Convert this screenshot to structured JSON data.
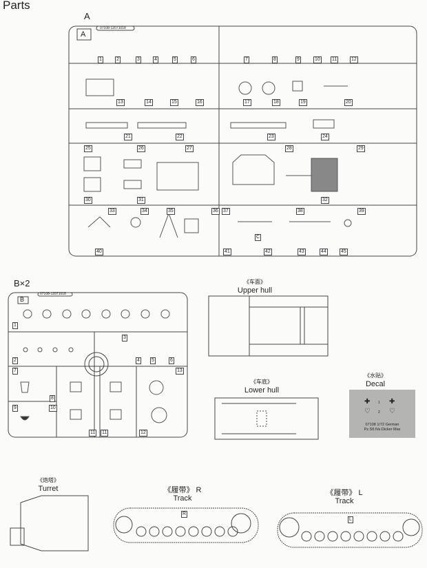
{
  "page_title": "Parts",
  "sprue_a": {
    "label": "A",
    "tag": "A",
    "code": "07108-12071018",
    "parts": [
      "1",
      "2",
      "3",
      "4",
      "5",
      "6",
      "7",
      "8",
      "9",
      "10",
      "11",
      "12",
      "13",
      "14",
      "15",
      "16",
      "17",
      "18",
      "19",
      "20",
      "21",
      "22",
      "23",
      "24",
      "25",
      "26",
      "27",
      "28",
      "29",
      "30",
      "31",
      "32",
      "33",
      "34",
      "35",
      "36",
      "37",
      "38",
      "39",
      "40",
      "41",
      "42",
      "43",
      "44",
      "45"
    ],
    "extra_mark": "C"
  },
  "sprue_b": {
    "label": "B×2",
    "tag": "B",
    "code": "07108-12071018",
    "parts": [
      "1",
      "2",
      "3",
      "4",
      "5",
      "6",
      "7",
      "8",
      "9",
      "10",
      "11",
      "11",
      "12",
      "13"
    ]
  },
  "upper_hull": {
    "cn": "《车面》",
    "en": "Upper hull"
  },
  "lower_hull": {
    "cn": "《车底》",
    "en": "Lower hull"
  },
  "decal": {
    "cn": "《水贴》",
    "en": "Decal",
    "n1": "1",
    "n2": "2",
    "line1": "07108 1/72 German",
    "line2": "Pz.Sfl.IVa Dicker Max"
  },
  "turret": {
    "cn": "《炮塔》",
    "en": "Turret"
  },
  "track_r": {
    "cn": "《履带》 R",
    "en": "Track",
    "mark": "R"
  },
  "track_l": {
    "cn": "《履带》 L",
    "en": "Track",
    "mark": "L"
  }
}
